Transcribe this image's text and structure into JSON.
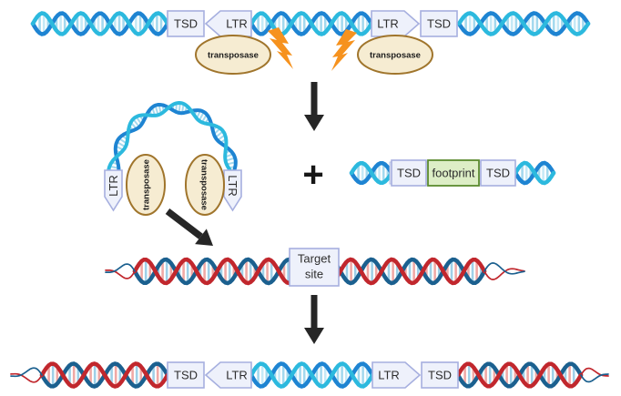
{
  "labels": {
    "tsd": "TSD",
    "ltr": "LTR",
    "transposase": "transposase",
    "footprint": "footprint",
    "target_line1": "Target",
    "target_line2": "site",
    "plus": "+"
  },
  "colors": {
    "dna_cyan": "#2cb9de",
    "dna_blue": "#1e84d2",
    "rung_cyan_a": "#a4d9ee",
    "rung_cyan_b": "#c6e9f6",
    "dna_red": "#c1272d",
    "dna_navy": "#1b608f",
    "rung_red": "#f0a9a6",
    "rung_light_blue": "#9fd0e8",
    "label_box_fill": "#eef1fb",
    "label_box_border": "#a6afdf",
    "footprint_fill": "#ddeec6",
    "footprint_border": "#5c8b2f",
    "backbone_fill": "#e9edf9",
    "backbone_border": "#b7c0e4",
    "transposase_fill": "#f6ecd2",
    "transposase_border": "#a0752c",
    "lightning_orange": "#f6921e",
    "arrow_black": "#262626",
    "text_dark": "#2d2d2d"
  }
}
